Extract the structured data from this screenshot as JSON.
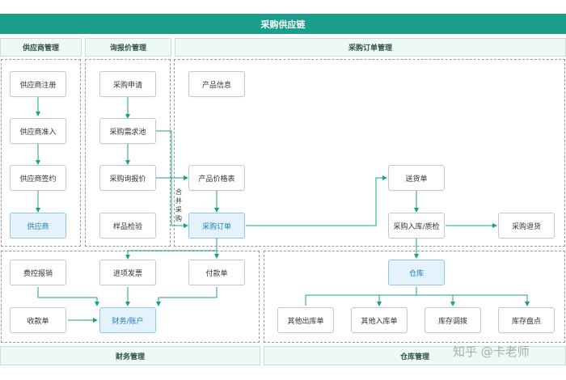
{
  "title": "采购供应链",
  "sections": {
    "supplier": "供应商管理",
    "inquiry": "询报价管理",
    "purchase_order": "采购订单管理",
    "finance": "财务管理",
    "warehouse": "仓库管理"
  },
  "nodes": {
    "supplier_register": "供应商注册",
    "supplier_admit": "供应商准入",
    "supplier_sign": "供应商签约",
    "supplier": "供应商",
    "purchase_request": "采购申请",
    "demand_pool": "采购需求池",
    "purchase_quote": "采购询报价",
    "sample_check": "样品检验",
    "product_info": "产品信息",
    "price_list": "产品价格表",
    "purchase_order": "采购订单",
    "delivery_note": "送货单",
    "inbound_qc": "采购入库/质检",
    "purchase_return": "采购退货",
    "warehouse": "仓库",
    "expense_claim": "费控报销",
    "input_invoice": "进项发票",
    "payment_note": "付款单",
    "receipt_note": "收款单",
    "finance_account": "财务/账户",
    "other_outbound": "其他出库单",
    "other_inbound": "其他入库单",
    "stock_transfer": "库存调拨",
    "stock_count": "库存盘点"
  },
  "merge_label": "合并采购",
  "watermark": "知乎 @卡老师",
  "colors": {
    "title_bar": "#1aa08a",
    "line": "#1aa08a",
    "highlight_fill": "#e3f2fb",
    "highlight_text": "#1d7fb8"
  }
}
